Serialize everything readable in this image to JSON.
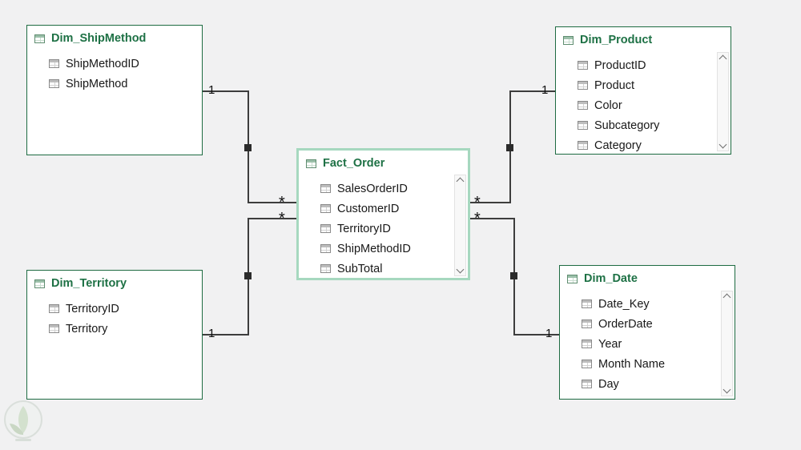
{
  "app": {
    "background": "#f1f1f2"
  },
  "colors": {
    "table_border": "#1e6b42",
    "selected_table_border": "#a6d8bf",
    "table_title": "#1e7145",
    "relationship_line": "#3d3d3d"
  },
  "tables": [
    {
      "title": "Dim_ShipMethod",
      "fields": [
        "ShipMethodID",
        "ShipMethod"
      ]
    },
    {
      "title": "Dim_Product",
      "fields": [
        "ProductID",
        "Product",
        "Color",
        "Subcategory",
        "Category"
      ]
    },
    {
      "title": "Fact_Order",
      "fields": [
        "SalesOrderID",
        "CustomerID",
        "TerritoryID",
        "ShipMethodID",
        "SubTotal"
      ]
    },
    {
      "title": "Dim_Territory",
      "fields": [
        "TerritoryID",
        "Territory"
      ]
    },
    {
      "title": "Dim_Date",
      "fields": [
        "Date_Key",
        "OrderDate",
        "Year",
        "Month Name",
        "Day"
      ]
    }
  ],
  "relationships": [
    {
      "from": "Dim_ShipMethod",
      "to": "Fact_Order",
      "one": "1",
      "many": "*"
    },
    {
      "from": "Dim_Product",
      "to": "Fact_Order",
      "one": "1",
      "many": "*"
    },
    {
      "from": "Dim_Territory",
      "to": "Fact_Order",
      "one": "1",
      "many": "*"
    },
    {
      "from": "Dim_Date",
      "to": "Fact_Order",
      "one": "1",
      "many": "*"
    }
  ]
}
